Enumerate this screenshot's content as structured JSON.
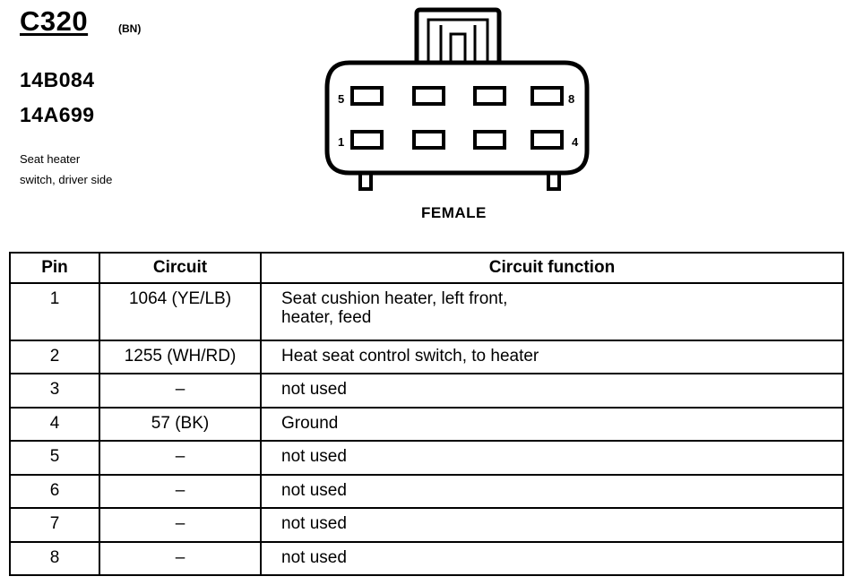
{
  "header": {
    "connector_id": "C320",
    "connector_color": "(BN)",
    "part_numbers": [
      "14B084",
      "14A699"
    ],
    "description_lines": [
      "Seat heater",
      "switch, driver side"
    ]
  },
  "connector": {
    "pin_labels": {
      "top_left": "5",
      "top_right": "8",
      "bottom_left": "1",
      "bottom_right": "4"
    },
    "gender_label": "FEMALE"
  },
  "table": {
    "headers": {
      "pin": "Pin",
      "circuit": "Circuit",
      "function": "Circuit function"
    },
    "rows": [
      {
        "pin": "1",
        "circuit": "1064 (YE/LB)",
        "function_lines": [
          "Seat cushion heater, left front,",
          "heater, feed"
        ]
      },
      {
        "pin": "2",
        "circuit": "1255 (WH/RD)",
        "function_lines": [
          "Heat seat control switch, to heater"
        ]
      },
      {
        "pin": "3",
        "circuit": "–",
        "function_lines": [
          "not used"
        ]
      },
      {
        "pin": "4",
        "circuit": "57 (BK)",
        "function_lines": [
          "Ground"
        ]
      },
      {
        "pin": "5",
        "circuit": "–",
        "function_lines": [
          "not used"
        ]
      },
      {
        "pin": "6",
        "circuit": "–",
        "function_lines": [
          "not used"
        ]
      },
      {
        "pin": "7",
        "circuit": "–",
        "function_lines": [
          "not used"
        ]
      },
      {
        "pin": "8",
        "circuit": "–",
        "function_lines": [
          "not used"
        ]
      }
    ]
  }
}
